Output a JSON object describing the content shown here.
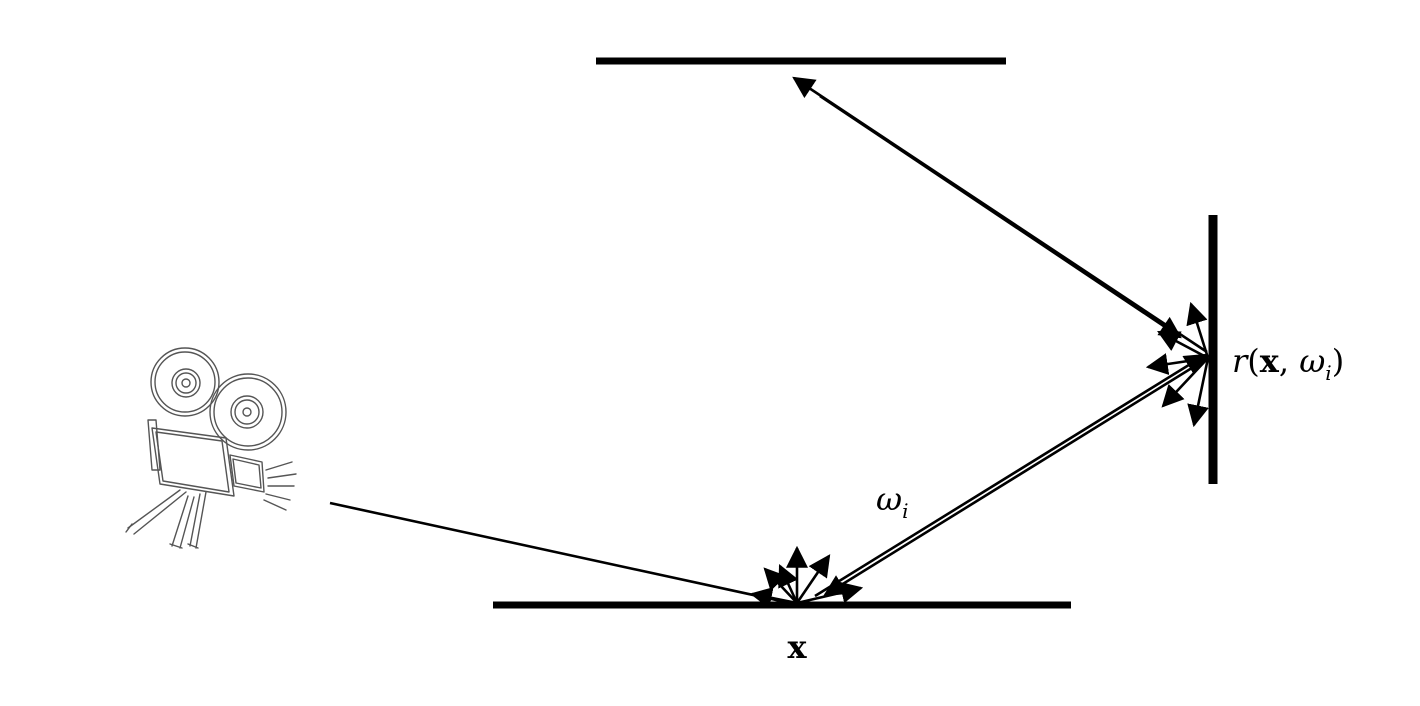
{
  "labels": {
    "point_x": "x",
    "omega": "ω",
    "omega_sub": "i",
    "radiance_r": "r",
    "radiance_open": "(",
    "radiance_x": "x",
    "radiance_comma": ", ",
    "radiance_omega": "ω",
    "radiance_omega_sub": "i",
    "radiance_close": ")"
  },
  "icons": {
    "camera": "movie-camera-icon"
  },
  "colors": {
    "ink": "#000000",
    "sketch": "#555555",
    "background": "#ffffff"
  }
}
